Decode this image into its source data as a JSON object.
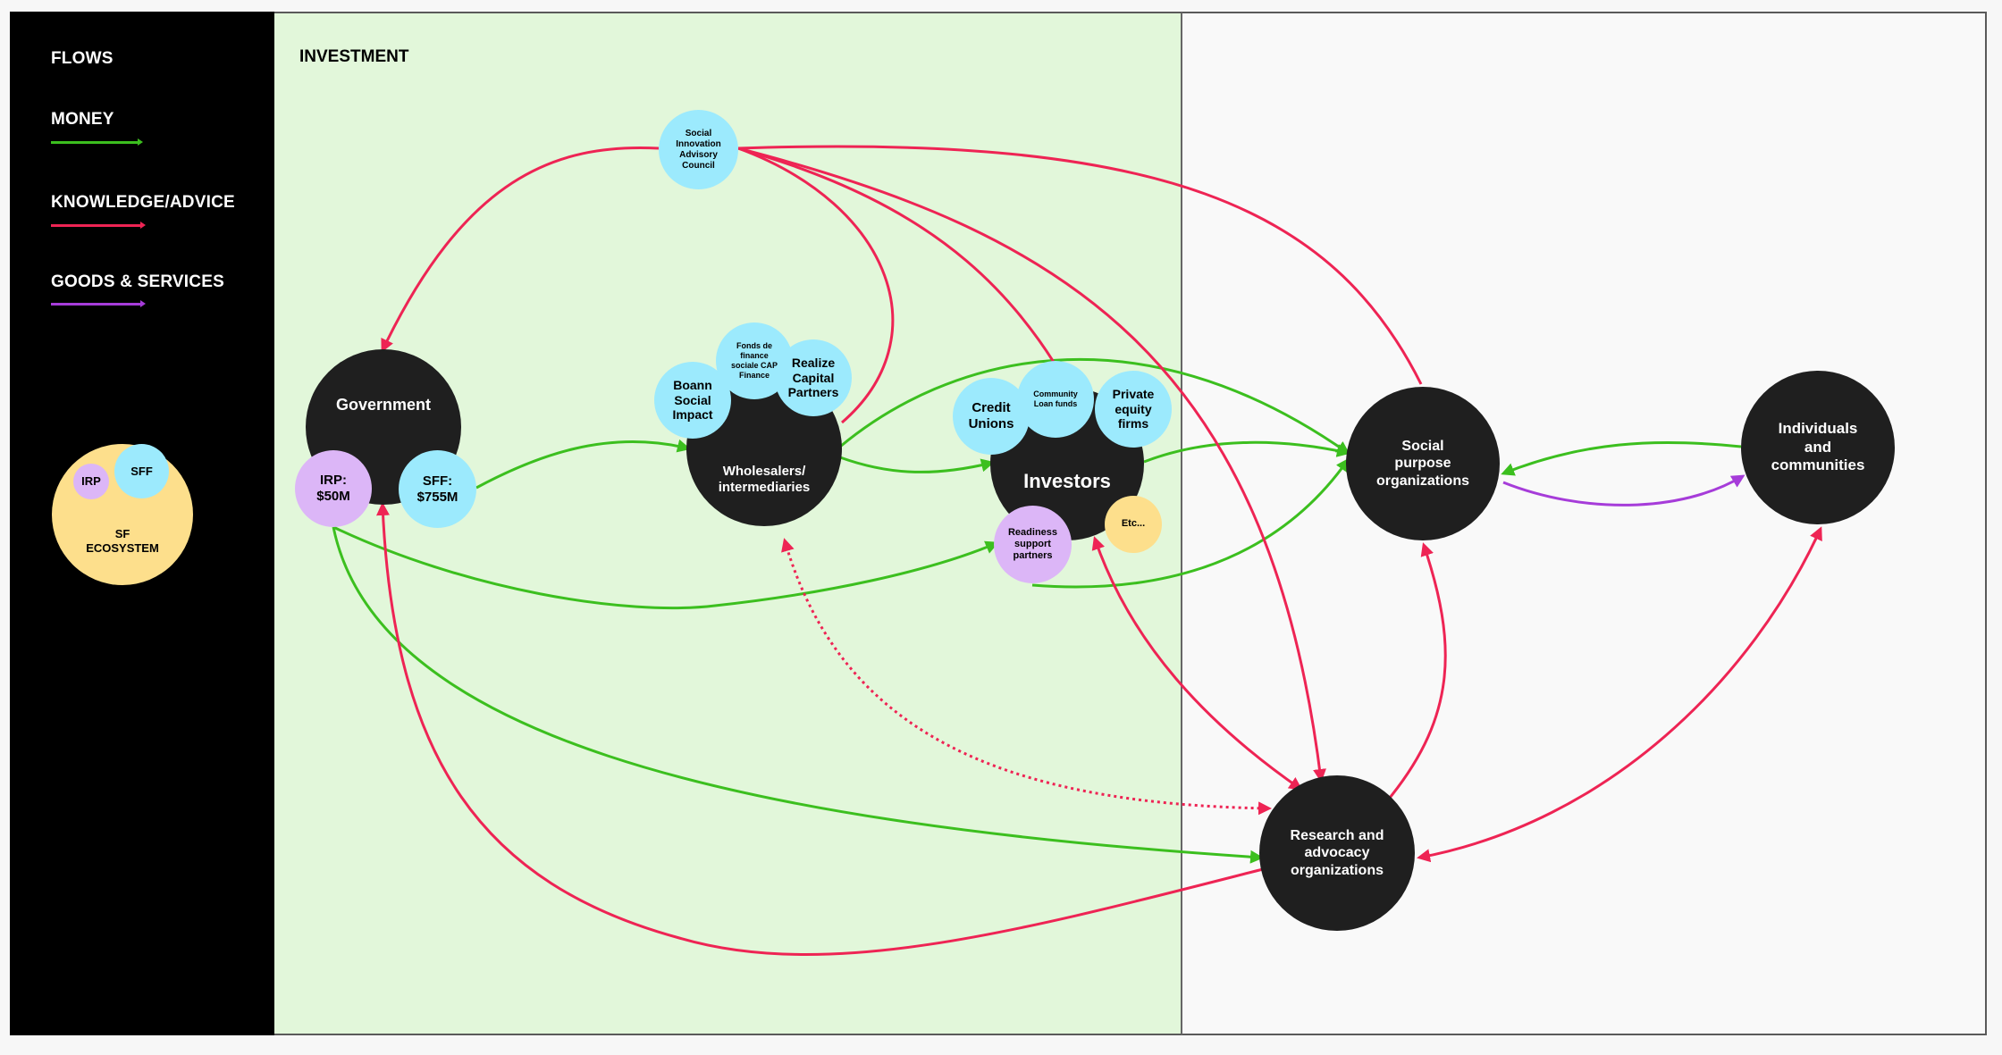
{
  "legend": {
    "flows_title": "FLOWS",
    "money": {
      "label": "MONEY",
      "color": "#3cbf1f"
    },
    "knowledge": {
      "label": "KNOWLEDGE/ADVICE",
      "color": "#ee2454"
    },
    "goods": {
      "label": "GOODS & SERVICES",
      "color": "#a63cd9"
    }
  },
  "ecosystem": {
    "main": "SF\nECOSYSTEM",
    "irp": "IRP",
    "sff": "SFF"
  },
  "section": {
    "investment_title": "INVESTMENT"
  },
  "nodes": {
    "government": "Government",
    "irp_amount": "IRP:\n$50M",
    "sff_amount": "SFF:\n$755M",
    "sic": "Social\nInnovation\nAdvisory\nCouncil",
    "wholesalers": "Wholesalers/\nintermediaries",
    "boann": "Boann\nSocial\nImpact",
    "fonds": "Fonds de\nfinance\nsociale CAP\nFinance",
    "realize": "Realize\nCapital\nPartners",
    "investors": "Investors",
    "credit_unions": "Credit\nUnions",
    "community_loan": "Community\nLoan funds",
    "private_equity": "Private\nequity\nfirms",
    "readiness": "Readiness\nsupport\npartners",
    "etc": "Etc...",
    "social_purpose": "Social\npurpose\norganizations",
    "individuals": "Individuals\nand\ncommunities",
    "research": "Research and\nadvocacy\norganizations"
  },
  "colors": {
    "money": "#3cbf1f",
    "knowledge": "#ee2454",
    "goods": "#a63cd9",
    "dark_node": "#1f1f1f",
    "cyan_node": "#9ceafd",
    "lilac_node": "#dcb6f7",
    "amber_node": "#fddf8c",
    "investment_bg": "#e2f7da"
  }
}
